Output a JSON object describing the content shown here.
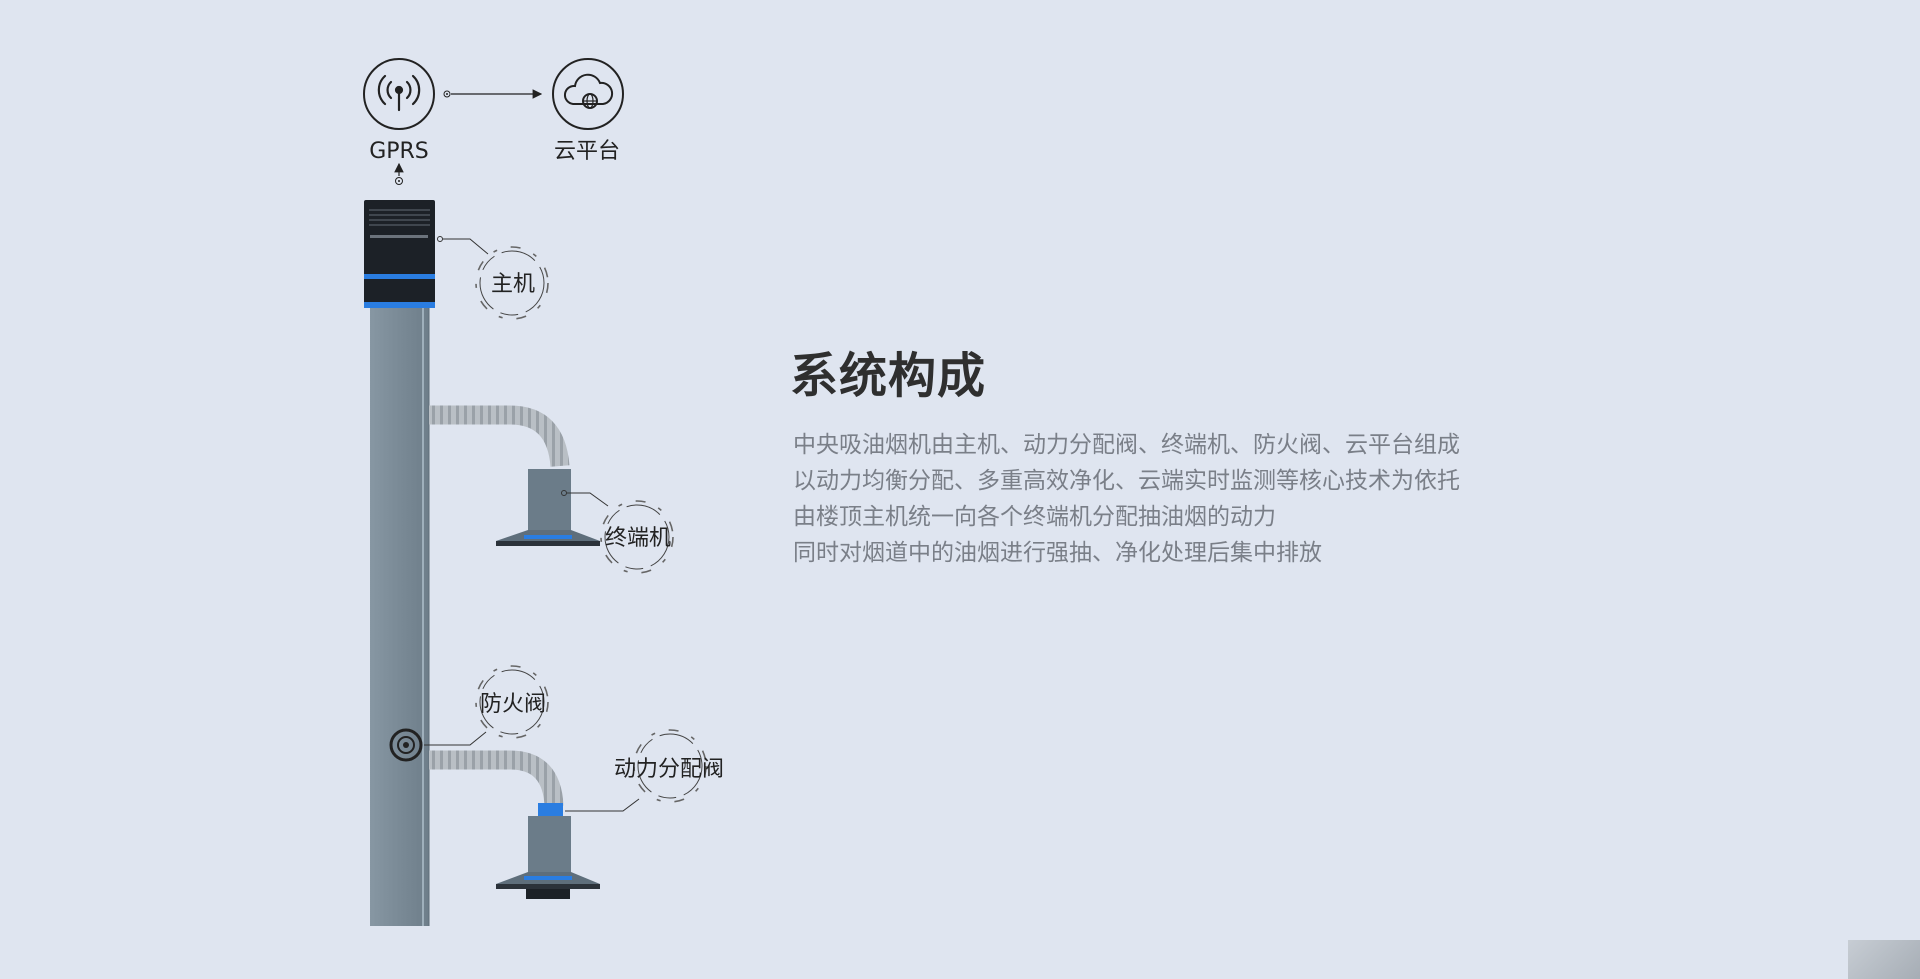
{
  "title": "系统构成",
  "description_lines": [
    "中央吸油烟机由主机、动力分配阀、终端机、防火阀、云平台组成",
    "以动力均衡分配、多重高效净化、云端实时监测等核心技术为依托",
    "由楼顶主机统一向各个终端机分配抽油烟的动力",
    "同时对烟道中的油烟进行强抽、净化处理后集中排放"
  ],
  "diagram": {
    "gprs_label": "GPRS",
    "cloud_label": "云平台",
    "host_label": "主机",
    "terminal_label": "终端机",
    "fire_valve_label": "防火阀",
    "power_valve_label": "动力分配阀",
    "gprs_icon": "antenna-icon",
    "cloud_icon": "cloud-globe-icon"
  },
  "colors": {
    "background": "#dfe5f0",
    "duct": "#7d8d99",
    "unit": "#1c2127",
    "accent_blue": "#2a7de1",
    "heading": "#2f2f2f",
    "body_text": "#7a7f88"
  }
}
